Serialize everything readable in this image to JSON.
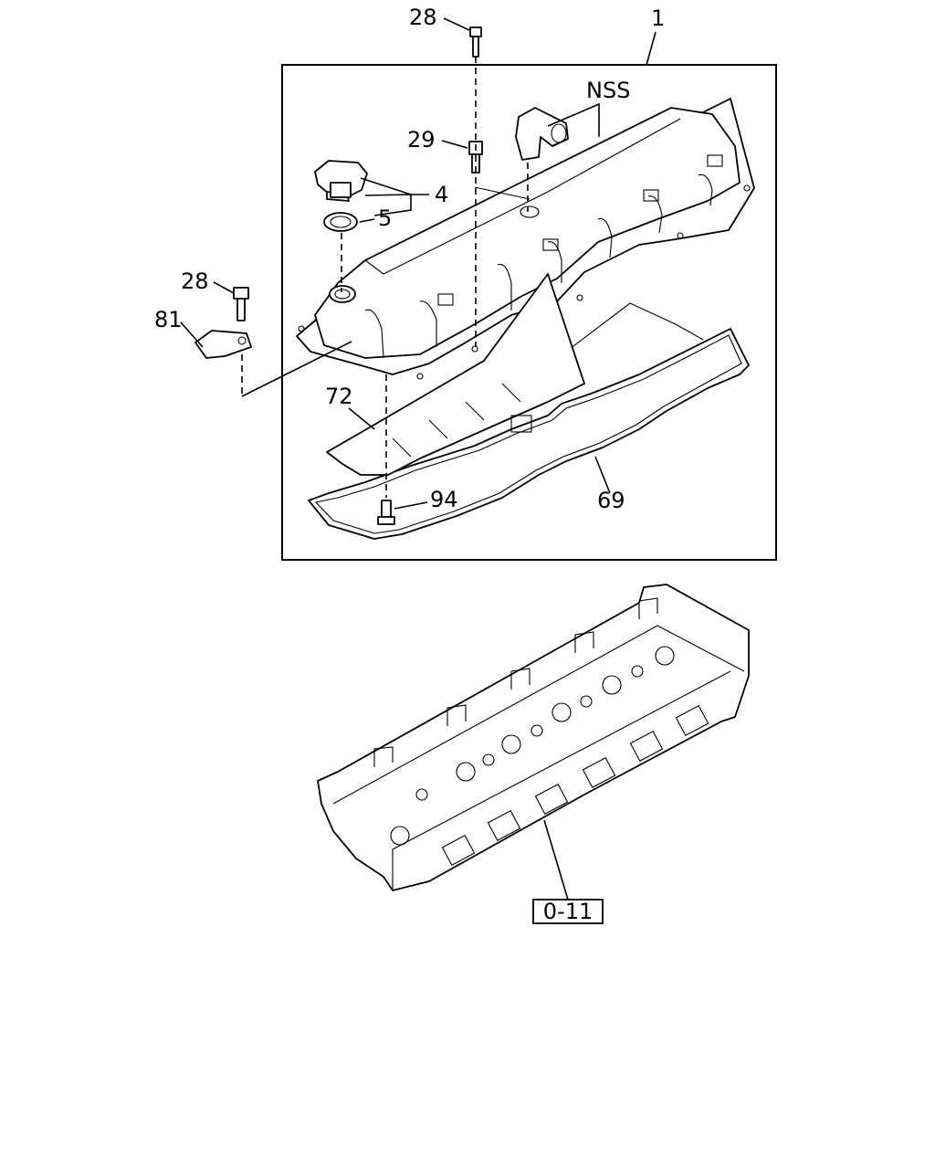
{
  "callouts": {
    "assembly": "1",
    "bolt_top": "28",
    "bolt_left": "28",
    "stud": "29",
    "nss": "NSS",
    "cap": "4",
    "seal": "5",
    "clip": "81",
    "baffle": "72",
    "bolt_bottom": "94",
    "gasket": "69"
  },
  "reference": {
    "label": "0-11"
  }
}
